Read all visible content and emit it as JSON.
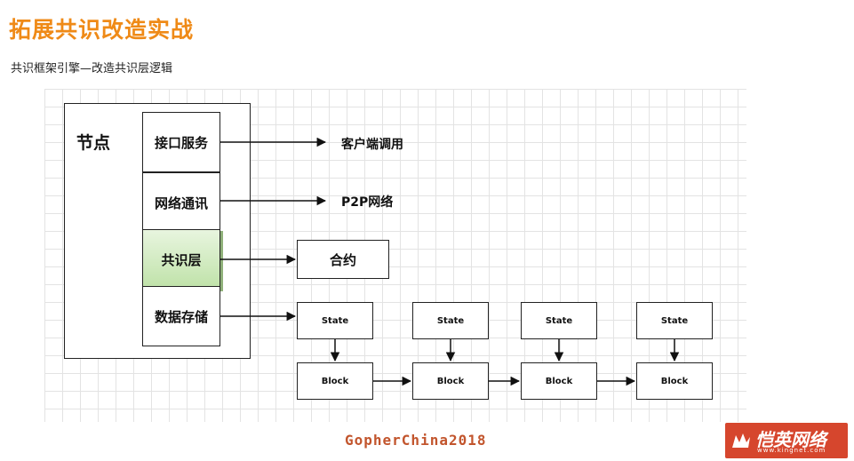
{
  "title": "拓展共识改造实战",
  "subtitle": "共识框架引擎—改造共识层逻辑",
  "node": {
    "label": "节点",
    "layers": [
      {
        "label": "接口服务"
      },
      {
        "label": "网络通讯"
      },
      {
        "label": "共识层"
      },
      {
        "label": "数据存储"
      }
    ]
  },
  "targets": {
    "client": "客户端调用",
    "p2p": "P2P网络",
    "contract": "合约"
  },
  "chain": {
    "state_label": "State",
    "block_label": "Block"
  },
  "footer": "GopherChina2018",
  "logo": {
    "name": "恺英网络",
    "url": "www.kingnet.com"
  },
  "colors": {
    "title": "#ef8a17",
    "consensus_fill": "#bfe2a8",
    "logo_bg": "#d6462d",
    "footer": "#c2552d"
  }
}
